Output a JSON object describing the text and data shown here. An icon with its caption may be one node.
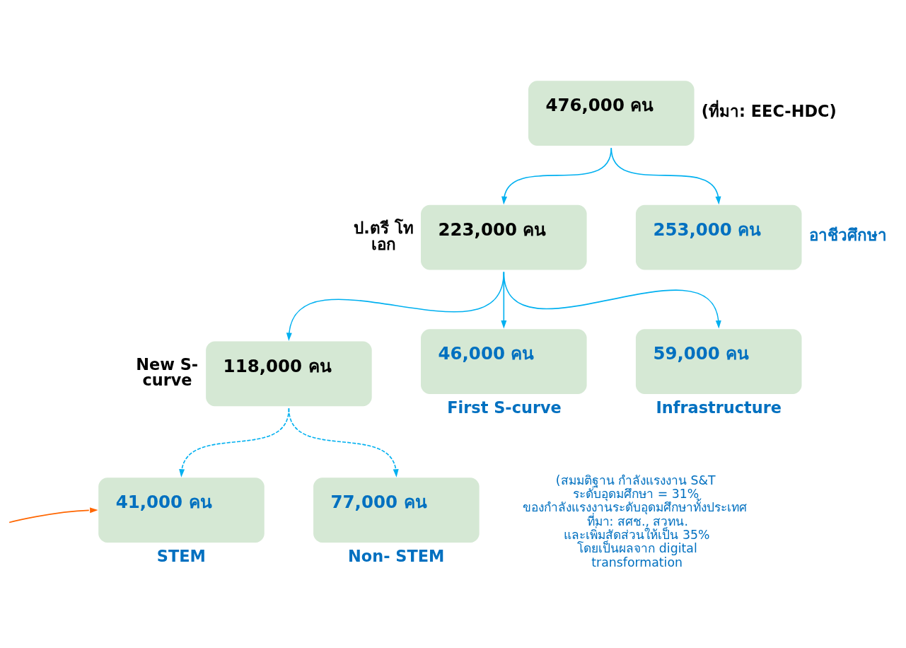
{
  "diagram": {
    "nodes": [
      {
        "text": [
          "476,000 คน"
        ],
        "beside": [
          "(ที่มา: EEC-HDC)"
        ]
      },
      {
        "text": [
          "223,000 คน"
        ],
        "beside": [
          "ป.ตรี โท เอก"
        ]
      },
      {
        "text": [
          "253,000 คน"
        ],
        "beside": [
          "อาชีวศึกษา"
        ]
      },
      {
        "text": [
          "118,000 คน"
        ],
        "beside": [
          "New S- curve"
        ]
      },
      {
        "text": [
          "46,000 คน"
        ],
        "beside": [
          "First S-curve"
        ]
      },
      {
        "text": [
          "59,000 คน"
        ],
        "beside": [
          "Infrastructure"
        ]
      },
      {
        "text": [
          "41,000 คน"
        ],
        "beside": [
          "STEM"
        ]
      },
      {
        "text": [
          "77,000 คน"
        ],
        "beside": [
          "Non- STEM"
        ]
      }
    ],
    "edges": [
      {
        "from": 0,
        "to": 1,
        "arrow": "to"
      },
      {
        "from": 0,
        "to": 2,
        "arrow": "to"
      },
      {
        "from": 1,
        "to": 3,
        "arrow": "to"
      },
      {
        "from": 1,
        "to": 4,
        "arrow": "to"
      },
      {
        "from": 1,
        "to": 5,
        "arrow": "to"
      },
      {
        "from": 3,
        "to": 6,
        "arrow": "to",
        "style": "dashed"
      },
      {
        "from": 3,
        "to": 7,
        "arrow": "to",
        "style": "dashed"
      },
      {
        "from": null,
        "to": 6,
        "arrow": "to",
        "color": "#ff6600"
      }
    ],
    "labels": [
      "(สมมติฐาน กำลังแรงงาน S&T ระดับอุดมศึกษา = 31% ของกำลังแรงงานระดับอุดมศึกษาทั้งประเทศ ที่มา: สศช., สวทน. และเพิ่มสัดส่วนให้เป็น 35% โดยเป็นผลจาก digital transformation"
    ]
  }
}
